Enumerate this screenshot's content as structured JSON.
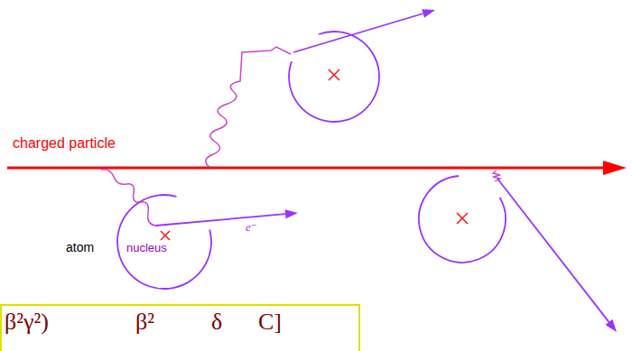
{
  "diagram": {
    "nodes": [
      {
        "text": [
          "atom",
          "nucleus"
        ]
      }
    ],
    "labels": [
      "charged particle",
      "e⁻",
      "β²γ²)",
      "β²",
      "δ",
      "C]"
    ]
  }
}
